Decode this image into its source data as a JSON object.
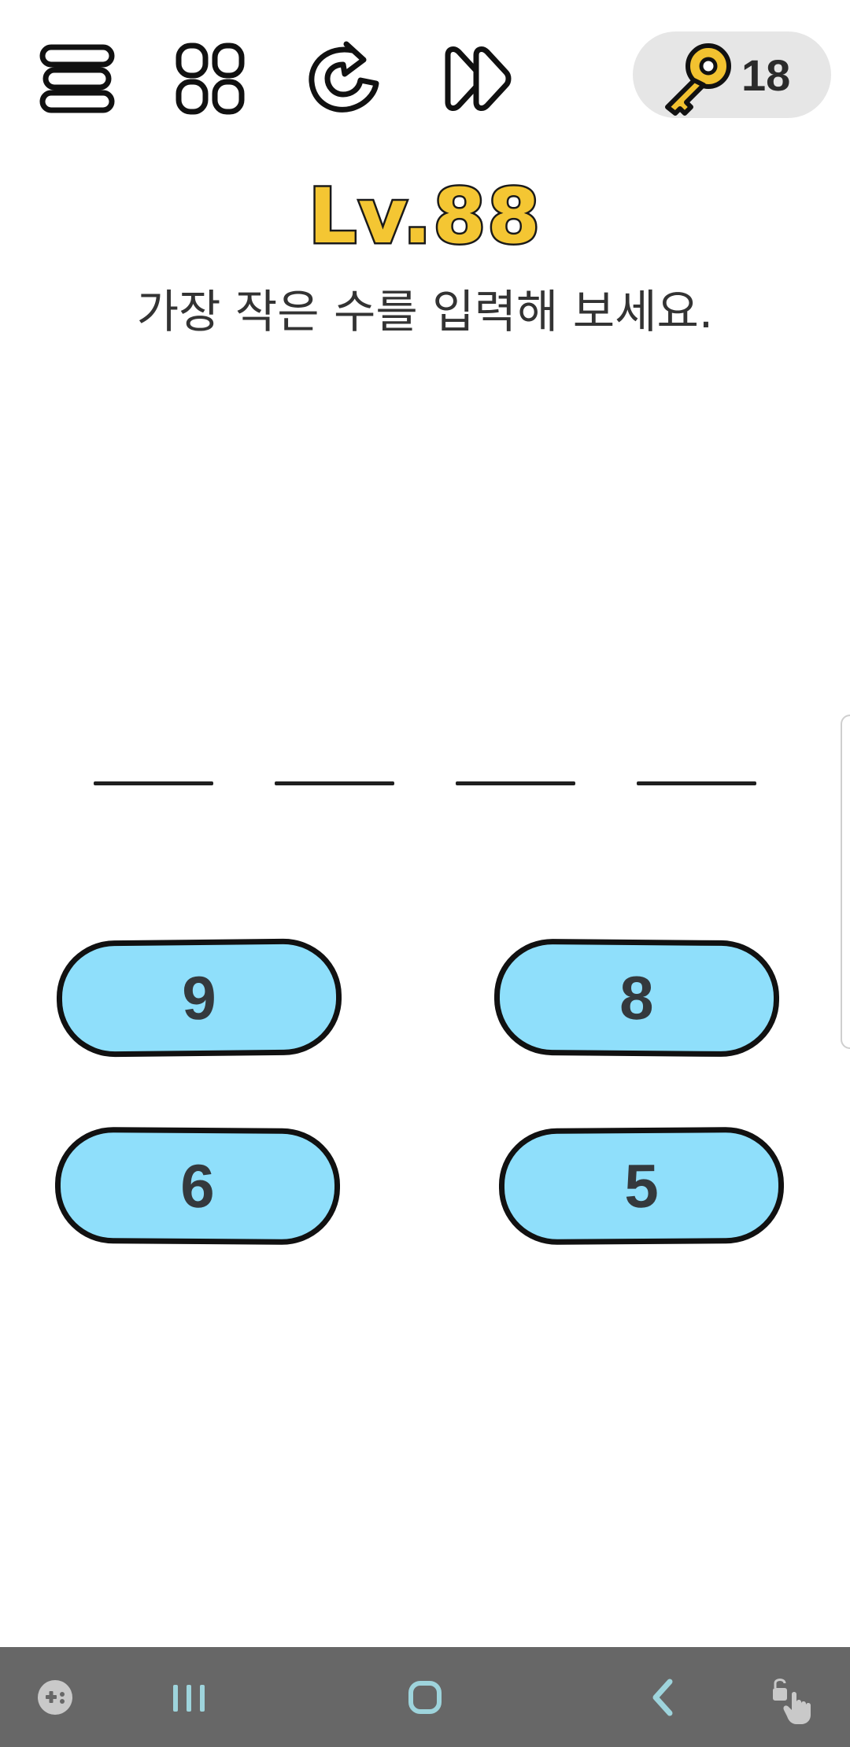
{
  "toolbar": {
    "icons": [
      "menu-icon",
      "levels-grid-icon",
      "restart-icon",
      "skip-icon"
    ],
    "keys": {
      "icon": "key-icon",
      "count": "18"
    }
  },
  "level": {
    "title": "Lv.88",
    "question": "가장 작은 수를 입력해 보세요."
  },
  "answer_slots": [
    "",
    "",
    "",
    ""
  ],
  "number_buttons": [
    "9",
    "8",
    "6",
    "5"
  ],
  "colors": {
    "level_title": "#f4c633",
    "button_fill": "#8fdffb",
    "button_border": "#111111",
    "key_pill": "#e6e6e6",
    "key_gold": "#f2c230",
    "navbar": "#676767",
    "nav_icon": "#9ed4dc"
  },
  "navbar": {
    "icons": [
      "game-tools-icon",
      "recent-apps-icon",
      "home-icon",
      "back-icon",
      "touch-lock-icon"
    ]
  }
}
